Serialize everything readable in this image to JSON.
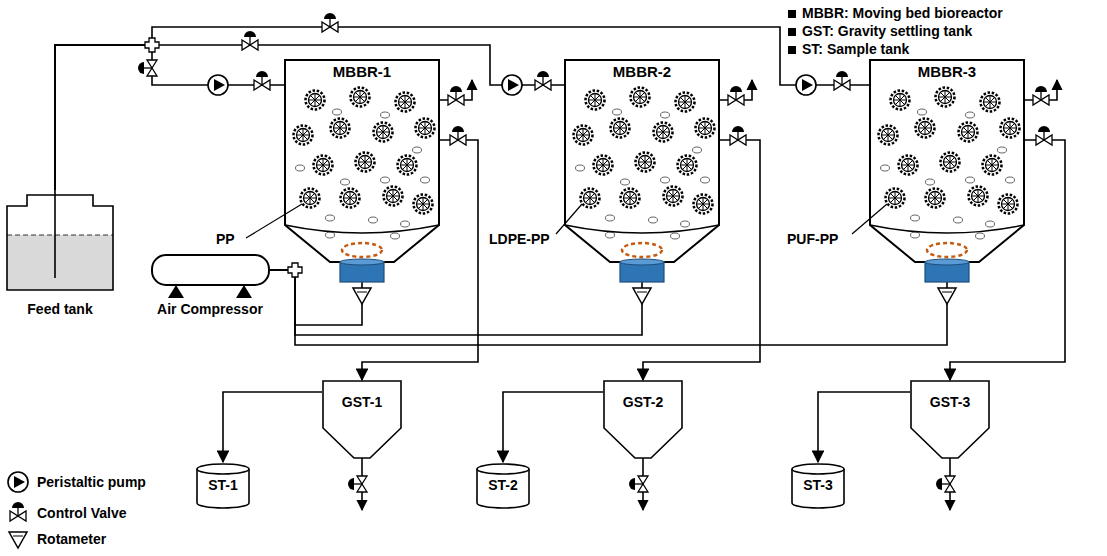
{
  "diagram": {
    "nodes": [
      {
        "text": [
          "MBBR-1"
        ]
      },
      {
        "text": [
          "MBBR-2"
        ]
      },
      {
        "text": [
          "MBBR-3"
        ]
      },
      {
        "text": [
          "Feed tank"
        ]
      },
      {
        "text": [
          "Air Compressor"
        ]
      },
      {
        "text": [
          "GST-1"
        ]
      },
      {
        "text": [
          "GST-2"
        ]
      },
      {
        "text": [
          "GST-3"
        ]
      },
      {
        "text": [
          "ST-1"
        ]
      },
      {
        "text": [
          "ST-2"
        ]
      },
      {
        "text": [
          "ST-3"
        ]
      }
    ],
    "edges": [
      {
        "from": 3,
        "to": 0,
        "arrow": "none"
      },
      {
        "from": 3,
        "to": 1,
        "arrow": "none"
      },
      {
        "from": 3,
        "to": 2,
        "arrow": "none"
      },
      {
        "from": 4,
        "to": 0,
        "arrow": "none"
      },
      {
        "from": 4,
        "to": 1,
        "arrow": "none"
      },
      {
        "from": 4,
        "to": 2,
        "arrow": "none"
      },
      {
        "from": 0,
        "to": 5,
        "arrow": "to"
      },
      {
        "from": 1,
        "to": 6,
        "arrow": "to"
      },
      {
        "from": 2,
        "to": 7,
        "arrow": "to"
      },
      {
        "from": 5,
        "to": 8,
        "arrow": "to"
      },
      {
        "from": 6,
        "to": 9,
        "arrow": "to"
      },
      {
        "from": 7,
        "to": 10,
        "arrow": "to"
      }
    ],
    "labels": [
      "MBBR: Moving bed bioreactor",
      "GST: Gravity settling tank",
      "ST: Sample tank",
      "PP",
      "LDPE-PP",
      "PUF-PP"
    ],
    "legend": [
      {
        "text": "Peristaltic pump"
      },
      {
        "text": "Control Valve"
      },
      {
        "text": "Rotameter"
      }
    ]
  }
}
